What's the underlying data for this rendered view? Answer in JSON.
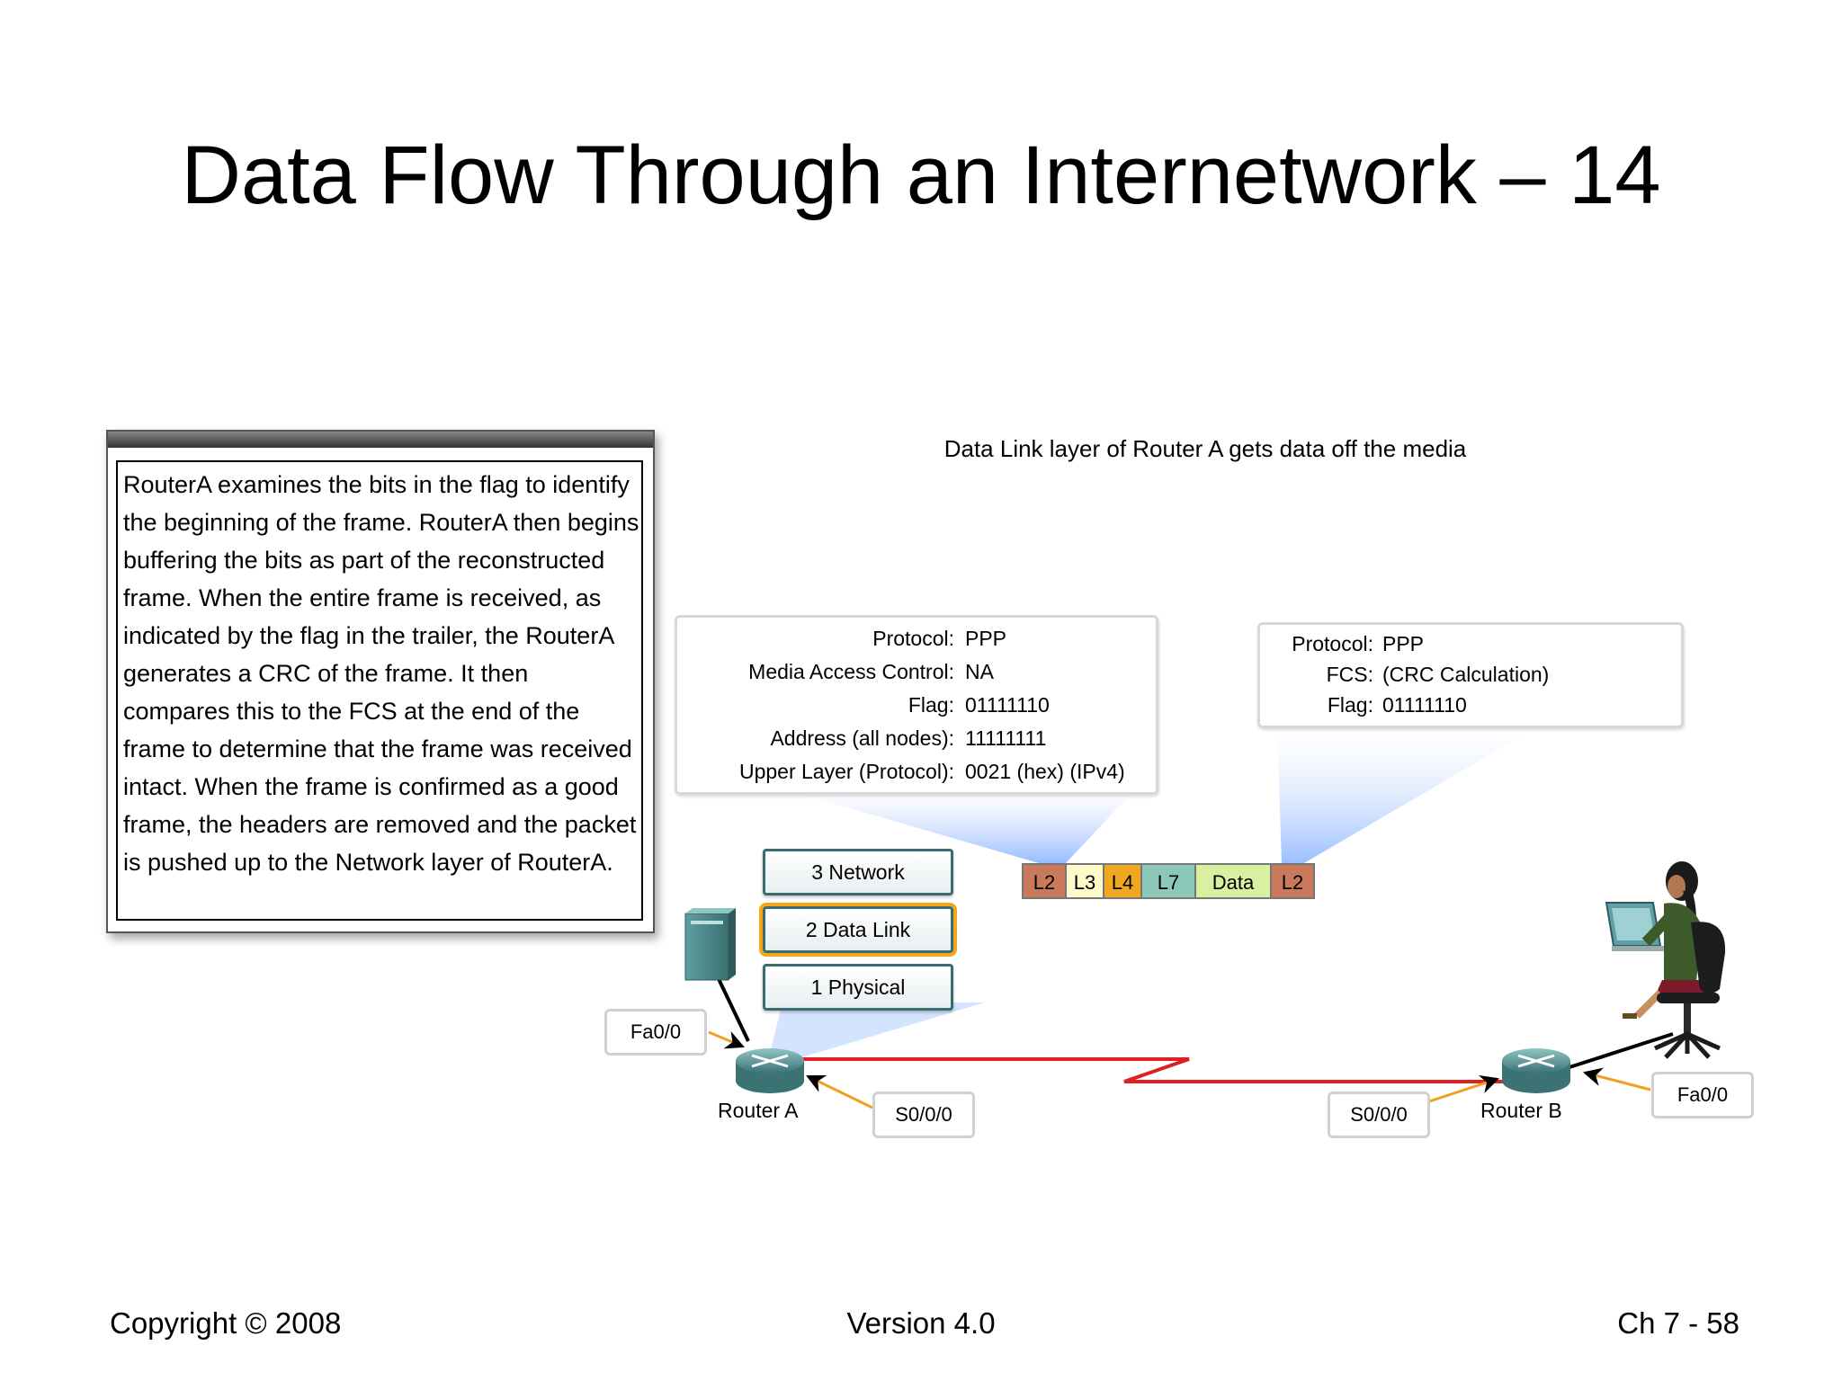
{
  "slide": {
    "title": "Data Flow Through an Internetwork – 14"
  },
  "description": {
    "text": "RouterA examines the bits in the flag to identify the beginning of the frame. RouterA then begins buffering the bits as part of the reconstructed frame. When the entire frame is received, as indicated by the flag in the trailer, the RouterA generates a CRC of the frame. It then compares this to the FCS at the end of the frame to determine that the frame was received intact. When the frame is confirmed as a good frame, the headers are removed and the packet is pushed up to the Network layer of RouterA."
  },
  "diagram": {
    "caption": "Data Link layer of Router A gets data off the media",
    "header_box": {
      "rows": [
        {
          "label": "Protocol:",
          "value": "PPP"
        },
        {
          "label": "Media Access Control:",
          "value": "NA"
        },
        {
          "label": "Flag:",
          "value": "01111110"
        },
        {
          "label": "Address (all nodes):",
          "value": "11111111"
        },
        {
          "label": "Upper Layer (Protocol):",
          "value": "0021 (hex) (IPv4)"
        }
      ]
    },
    "trailer_box": {
      "rows": [
        {
          "label": "Protocol:",
          "value": "PPP"
        },
        {
          "label": "FCS:",
          "value": "(CRC Calculation)"
        },
        {
          "label": "Flag:",
          "value": "01111110"
        }
      ]
    },
    "layers": [
      {
        "label": "3 Network",
        "active": false
      },
      {
        "label": "2 Data Link",
        "active": true
      },
      {
        "label": "1 Physical",
        "active": false
      }
    ],
    "packet": [
      {
        "label": "L2",
        "color": "#c87a5a"
      },
      {
        "label": "L3",
        "color": "#fff8c8"
      },
      {
        "label": "L4",
        "color": "#f0a820"
      },
      {
        "label": "L7",
        "color": "#8cc8b8"
      },
      {
        "label": "Data",
        "color": "#d8f0a0"
      },
      {
        "label": "L2",
        "color": "#c87a5a"
      }
    ],
    "router_a": {
      "name": "Router A",
      "lan_interface": "Fa0/0",
      "wan_interface": "S0/0/0"
    },
    "router_b": {
      "name": "Router B",
      "lan_interface": "Fa0/0",
      "wan_interface": "S0/0/0"
    },
    "colors": {
      "wan_link": "#e02020",
      "interface_arrow": "#f0a020",
      "router": "#4a8a8c",
      "active_layer": "#f2a818"
    }
  },
  "footer": {
    "copyright": "Copyright © 2008",
    "version": "Version 4.0",
    "page": "Ch 7 - 58"
  }
}
